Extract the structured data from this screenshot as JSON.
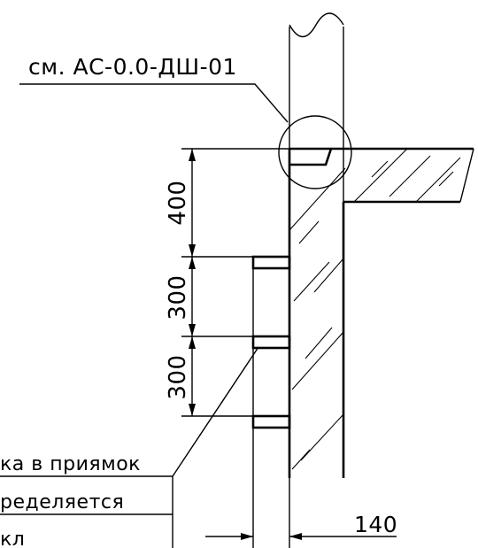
{
  "reference_label": "см. АС-0.0-ДШ-01",
  "dimensions": {
    "top_segment": "400",
    "middle_segment": "300",
    "lower_segment": "300",
    "width": "140"
  },
  "notes": {
    "line1": "ка в приямок",
    "line2": "ределяется",
    "line3": "кл"
  },
  "colors": {
    "ink": "#000000",
    "paper": "#ffffff"
  }
}
